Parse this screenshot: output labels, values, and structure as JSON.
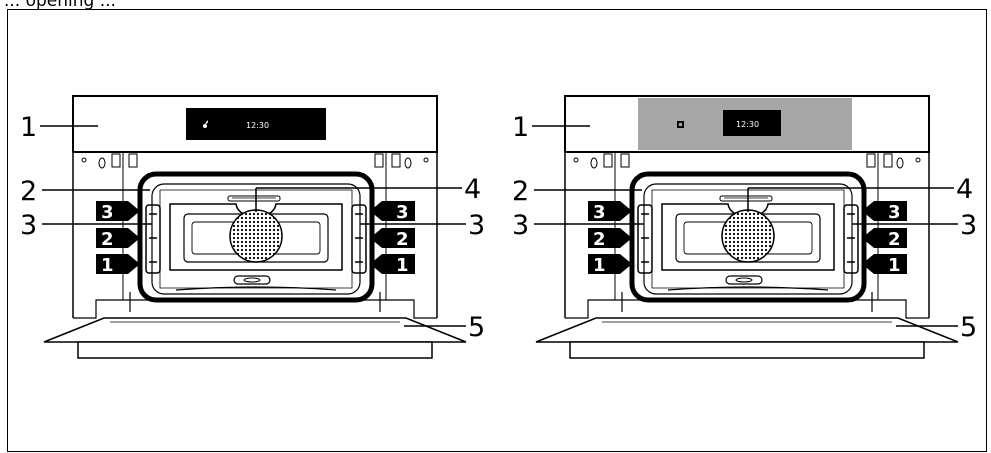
{
  "caption": "... opening ...",
  "ovens": [
    {
      "panel_style": "dark-display",
      "clock": "12:30",
      "display_icon": "drop-icon"
    },
    {
      "panel_style": "grey-panel",
      "clock": "12:30",
      "display_icon": "steam-icon"
    }
  ],
  "callouts": {
    "panel": "1",
    "door_seal": "2",
    "shelf_support": "3",
    "fan": "4",
    "door": "5"
  },
  "shelf_levels": [
    "3",
    "2",
    "1"
  ],
  "colors": {
    "line": "#000000",
    "panel_grey": "#a6a6a6",
    "display": "#000000"
  }
}
